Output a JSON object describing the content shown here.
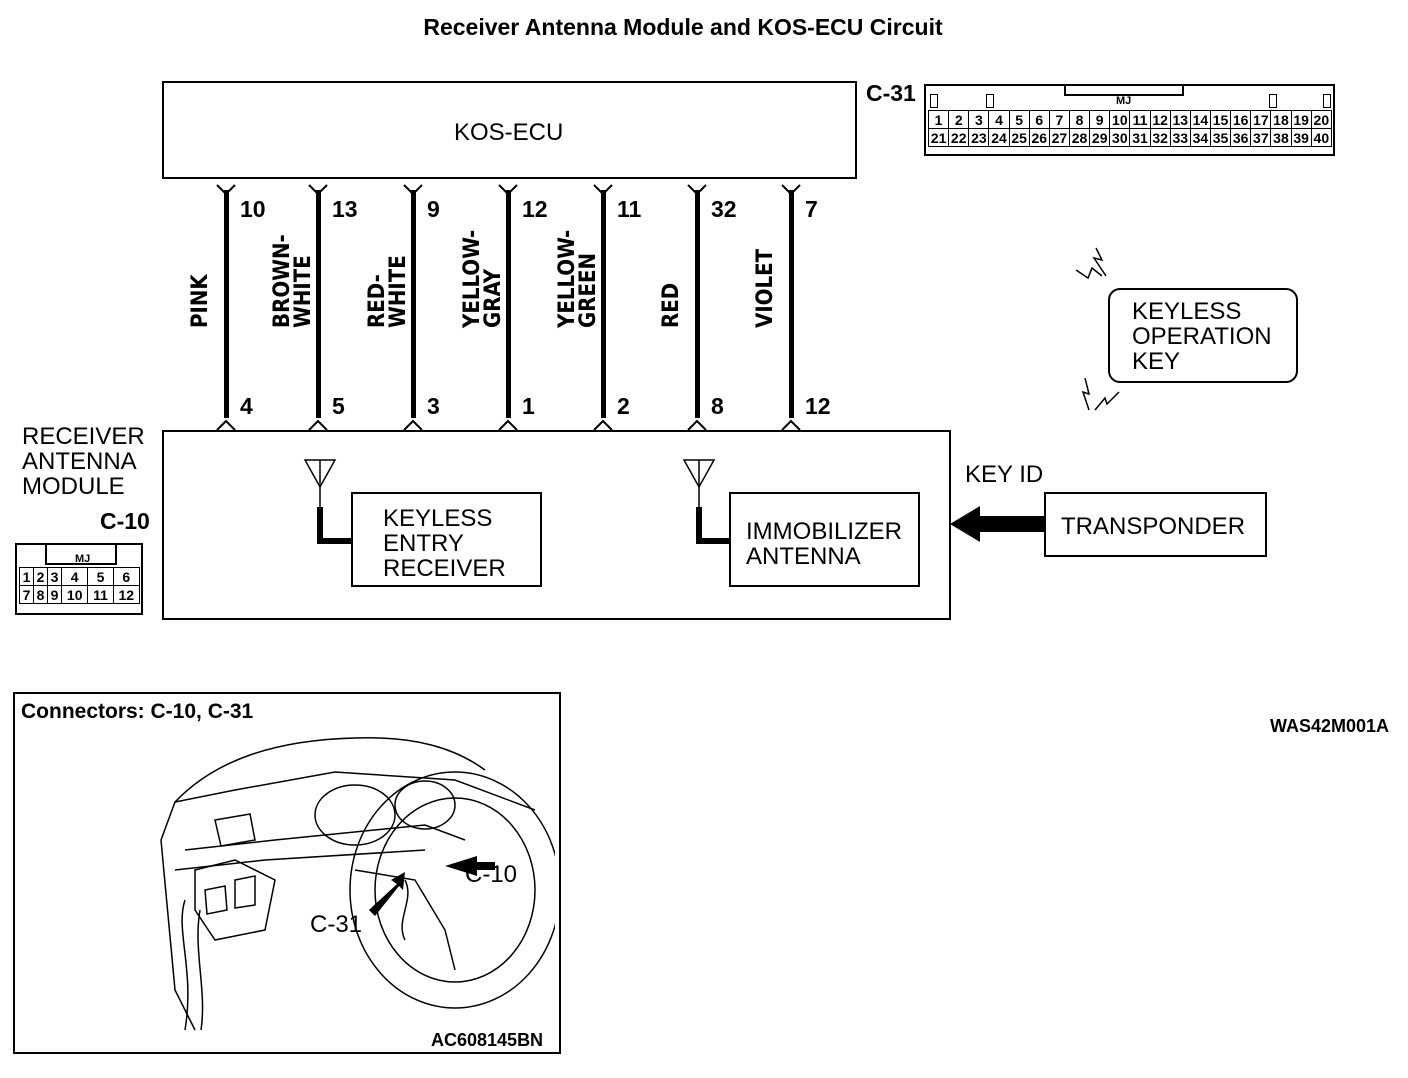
{
  "title": "Receiver Antenna  Module and KOS-ECU Circuit",
  "ecu": {
    "name": "KOS-ECU",
    "connector": "C-31"
  },
  "ecu_connector_pins": {
    "tag": "MJ",
    "row1": [
      "1",
      "2",
      "3",
      "4",
      "5",
      "6",
      "7",
      "8",
      "9",
      "10",
      "11",
      "12",
      "13",
      "14",
      "15",
      "16",
      "17",
      "18",
      "19",
      "20"
    ],
    "row2": [
      "21",
      "22",
      "23",
      "24",
      "25",
      "26",
      "27",
      "28",
      "29",
      "30",
      "31",
      "32",
      "33",
      "34",
      "35",
      "36",
      "37",
      "38",
      "39",
      "40"
    ]
  },
  "wires": [
    {
      "ecu_pin": "10",
      "color": "PINK",
      "module_pin": "4"
    },
    {
      "ecu_pin": "13",
      "color": "BROWN-\nWHITE",
      "module_pin": "5"
    },
    {
      "ecu_pin": "9",
      "color": "RED-\nWHITE",
      "module_pin": "3"
    },
    {
      "ecu_pin": "12",
      "color": "YELLOW-\nGRAY",
      "module_pin": "1"
    },
    {
      "ecu_pin": "11",
      "color": "YELLOW-\nGREEN",
      "module_pin": "2"
    },
    {
      "ecu_pin": "32",
      "color": "RED",
      "module_pin": "8"
    },
    {
      "ecu_pin": "7",
      "color": "VIOLET",
      "module_pin": "12"
    }
  ],
  "module": {
    "name_lines": [
      "RECEIVER",
      "ANTENNA",
      "MODULE"
    ],
    "connector": "C-10"
  },
  "module_connector_pins": {
    "tag": "MJ",
    "row1": [
      "1",
      "2",
      "3",
      "4",
      "5",
      "6"
    ],
    "row2": [
      "7",
      "8",
      "9",
      "10",
      "11",
      "12"
    ]
  },
  "keyless_receiver": [
    "KEYLESS",
    "ENTRY",
    "RECEIVER"
  ],
  "immobilizer": [
    "IMMOBILIZER",
    "ANTENNA"
  ],
  "keyless_key": [
    "KEYLESS",
    "OPERATION",
    "KEY"
  ],
  "key_id": "KEY ID",
  "transponder": "TRANSPONDER",
  "figure_code": "WAS42M001A",
  "inset": {
    "title": "Connectors: C-10, C-31",
    "label_c10": "C-10",
    "label_c31": "C-31",
    "code": "AC608145BN"
  }
}
